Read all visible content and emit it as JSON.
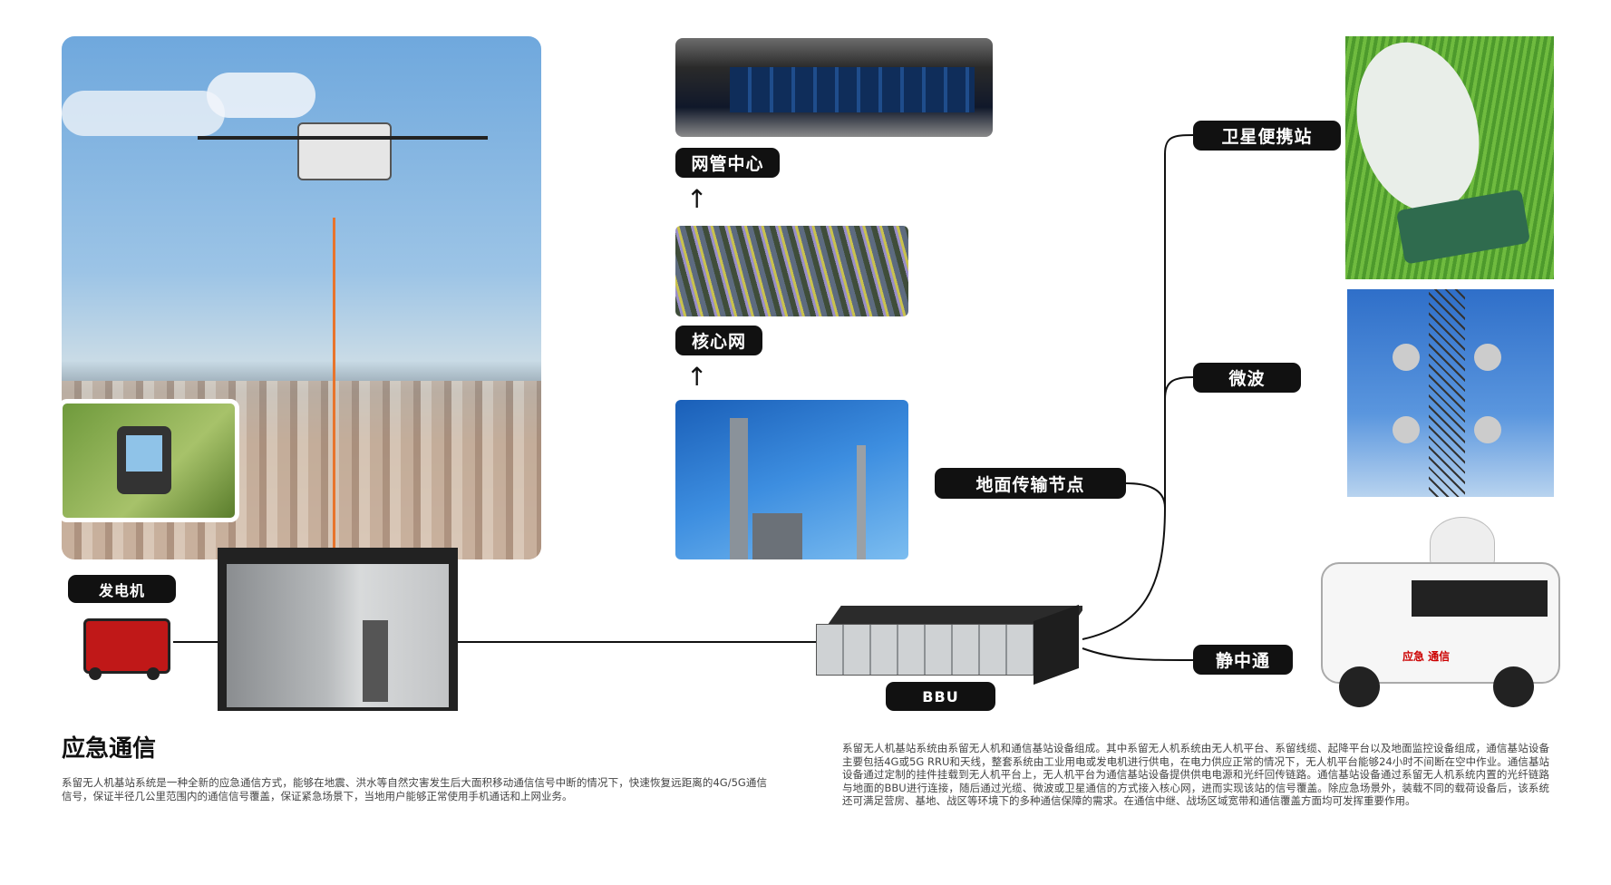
{
  "labels": {
    "generator": "发电机",
    "network_center": "网管中心",
    "core_network": "核心网",
    "ground_node": "地面传输节点",
    "satellite": "卫星便携站",
    "microwave": "微波",
    "vehicle": "静中通",
    "bbu": "BBU"
  },
  "arrows": {
    "up": "↑"
  },
  "title": "应急通信",
  "vehicle_text": "应急  通信",
  "left_paragraph": "系留无人机基站系统是一种全新的应急通信方式，能够在地震、洪水等自然灾害发生后大面积移动通信信号中断的情况下，快速恢复远距离的4G/5G通信信号，保证半径几公里范围内的通信信号覆盖，保证紧急场景下，当地用户能够正常使用手机通话和上网业务。",
  "right_paragraph": "系留无人机基站系统由系留无人机和通信基站设备组成。其中系留无人机系统由无人机平台、系留线缆、起降平台以及地面监控设备组成，通信基站设备主要包括4G或5G RRU和天线，整套系统由工业用电或发电机进行供电，在电力供应正常的情况下，无人机平台能够24小时不间断在空中作业。通信基站设备通过定制的挂件挂载到无人机平台上，无人机平台为通信基站设备提供供电电源和光纤回传链路。通信基站设备通过系留无人机系统内置的光纤链路与地面的BBU进行连接，随后通过光缆、微波或卫星通信的方式接入核心网，进而实现该站的信号覆盖。除应急场景外，装载不同的载荷设备后，该系统还可满足营房、基地、战区等环境下的多种通信保障的需求。在通信中继、战场区域宽带和通信覆盖方面均可发挥重要作用。",
  "colors": {
    "tag_bg": "#111111",
    "tether": "#e8742c",
    "line": "#111111"
  }
}
